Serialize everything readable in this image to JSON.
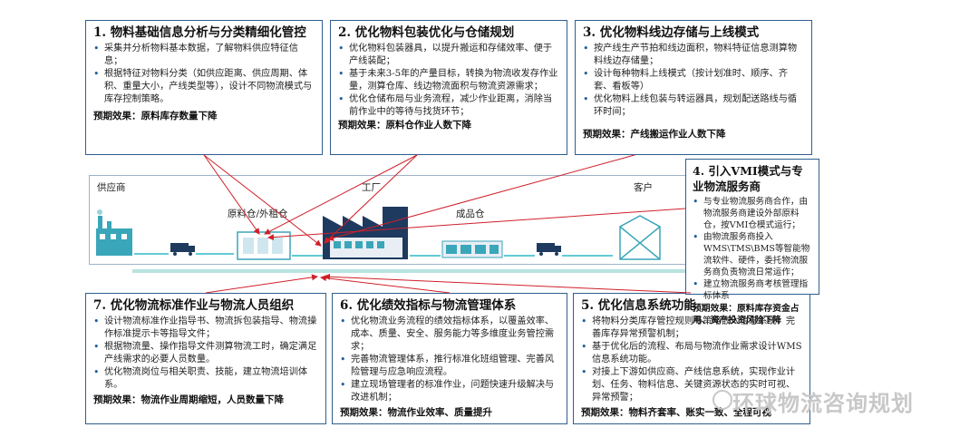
{
  "boxes": [
    {
      "title": "1.  物料基础信息分析与分类精细化管控",
      "bullets": [
        "采集并分析物料基本数据，了解物料供应特征信息；",
        "根据特征对物料分类（如供应距离、供应周期、体积、重量大小，产线类型等），设计不同物流模式与库存控制策略。"
      ],
      "effect": "预期效果：原料库存数量下降"
    },
    {
      "title": "2.  优化物料包装优化与仓储规划",
      "bullets": [
        "优化物料包装器具，以提升搬运和存储效率、便于产线装配；",
        "基于未来3-5年的产量目标，转换为物流收发存作业量，测算仓库、线边物流面积与物流资源需求；",
        "优化仓储布局与业务流程，减少作业距离，消除当前作业中的等待与找货环节；"
      ],
      "effect": "预期效果：原料仓作业人数下降"
    },
    {
      "title": "3.  优化物料线边存储与上线模式",
      "bullets": [
        "按产线生产节拍和线边面积，物料特征信息测算物料线边存储量；",
        "设计每种物料上线模式（按计划准时、顺序、齐套、看板等）",
        "优化物料上线包装与转运器具，规划配送路线与循环时间；"
      ],
      "effect": "预期效果：产线搬运作业人数下降"
    },
    {
      "title": "4.  引入VMI模式与专业物流服务商",
      "bullets": [
        "与专业物流服务商合作，由物流服务商建设外部原料仓，按VMI仓模式运行；",
        "由物流服务商投入WMS\\TMS\\BMS等智能物流软件、硬件，委托物流服务商负责物流日常运作；",
        "建立物流服务商考核管理指标体系"
      ],
      "effect": "预期效果：原料库存资金占用、资产投资风险下降"
    },
    {
      "title": "5.  优化信息系统功能",
      "bullets": [
        "将物料分类库存管控规则与策略嵌入信息系统，完善库存异常预警机制；",
        "基于优化后的流程、布局与物流作业需求设计WMS信息系统功能。",
        "对接上下游如供应商、产线信息系统，实现作业计划、任务、物料信息、关键资源状态的实时可视、异常预警；"
      ],
      "effect": "预期效果：物料齐套率、账实一致、全程可视"
    },
    {
      "title": "6.  优化绩效指标与物流管理体系",
      "bullets": [
        "优化物流业务流程的绩效指标体系，以覆盖效率、成本、质量、安全、服务能力等多维度业务管控需求；",
        "完善物流管理体系，推行标准化班组管理、完善风险管理与应急响应流程。",
        "建立现场管理者的标准作业，问题快速升级解决与改进机制；"
      ],
      "effect": "预期效果：物流作业效率、质量提升"
    },
    {
      "title": "7.  优化物流标准作业与物流人员组织",
      "bullets": [
        "设计物流标准作业指导书、物流拆包装指导、物流操作标准提示卡等指导文件；",
        "根据物流量、操作指导文件测算物流工时，确定满足产线需求的必要人员数量。",
        "优化物流岗位与相关职责、技能，建立物流培训体系。"
      ],
      "effect": "预期效果：物流作业周期缩短，人员数量下降"
    }
  ],
  "flow": {
    "supplier": "供应商",
    "raw_warehouse": "原料仓/外租仓",
    "factory": "工厂",
    "finished_warehouse": "成品仓",
    "customer": "客户"
  },
  "watermark": "环球物流咨询规划",
  "colors": {
    "box_border": "#2f5f8f",
    "arrow_red": "#d0202a",
    "flow_arrow": "#2eb8c8",
    "icon_teal": "#3aa6b9",
    "icon_navy": "#1e3a5f"
  }
}
